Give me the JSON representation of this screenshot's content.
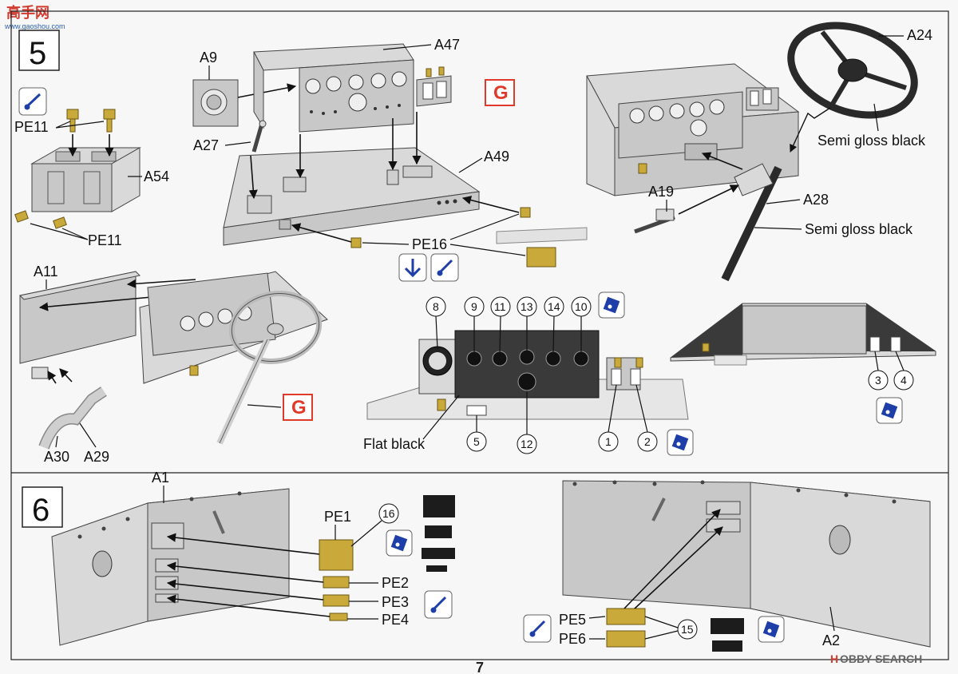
{
  "watermark": {
    "top": "高手网",
    "sub": "www.gaoshou.com"
  },
  "step5": {
    "number": "5",
    "labels": {
      "a9": "A9",
      "a47": "A47",
      "a27": "A27",
      "a49": "A49",
      "a54": "A54",
      "pe11_top": "PE11",
      "pe11_bottom": "PE11",
      "pe16": "PE16",
      "a24": "A24",
      "a19": "A19",
      "a28": "A28",
      "a11": "A11",
      "a30": "A30",
      "a29": "A29"
    },
    "paint_notes": {
      "wheel": "Semi gloss black",
      "column": "Semi gloss black",
      "panel": "Flat black"
    },
    "color_code": "G",
    "color_code_2": "G",
    "decals": [
      "8",
      "9",
      "11",
      "13",
      "14",
      "10",
      "12",
      "5",
      "1",
      "2",
      "3",
      "4"
    ]
  },
  "step6": {
    "number": "6",
    "labels": {
      "a1": "A1",
      "a2": "A2",
      "pe1": "PE1",
      "pe2": "PE2",
      "pe3": "PE3",
      "pe4": "PE4",
      "pe5": "PE5",
      "pe6": "PE6"
    },
    "decals": [
      "16",
      "15"
    ]
  },
  "footer": {
    "page_number": "7",
    "brand_prefix": "H",
    "brand": "OBBY SEARCH"
  },
  "colors": {
    "accent_red": "#e03b2a",
    "photo_etch": "#c9a93a",
    "icon_blue": "#1f3fa8"
  }
}
